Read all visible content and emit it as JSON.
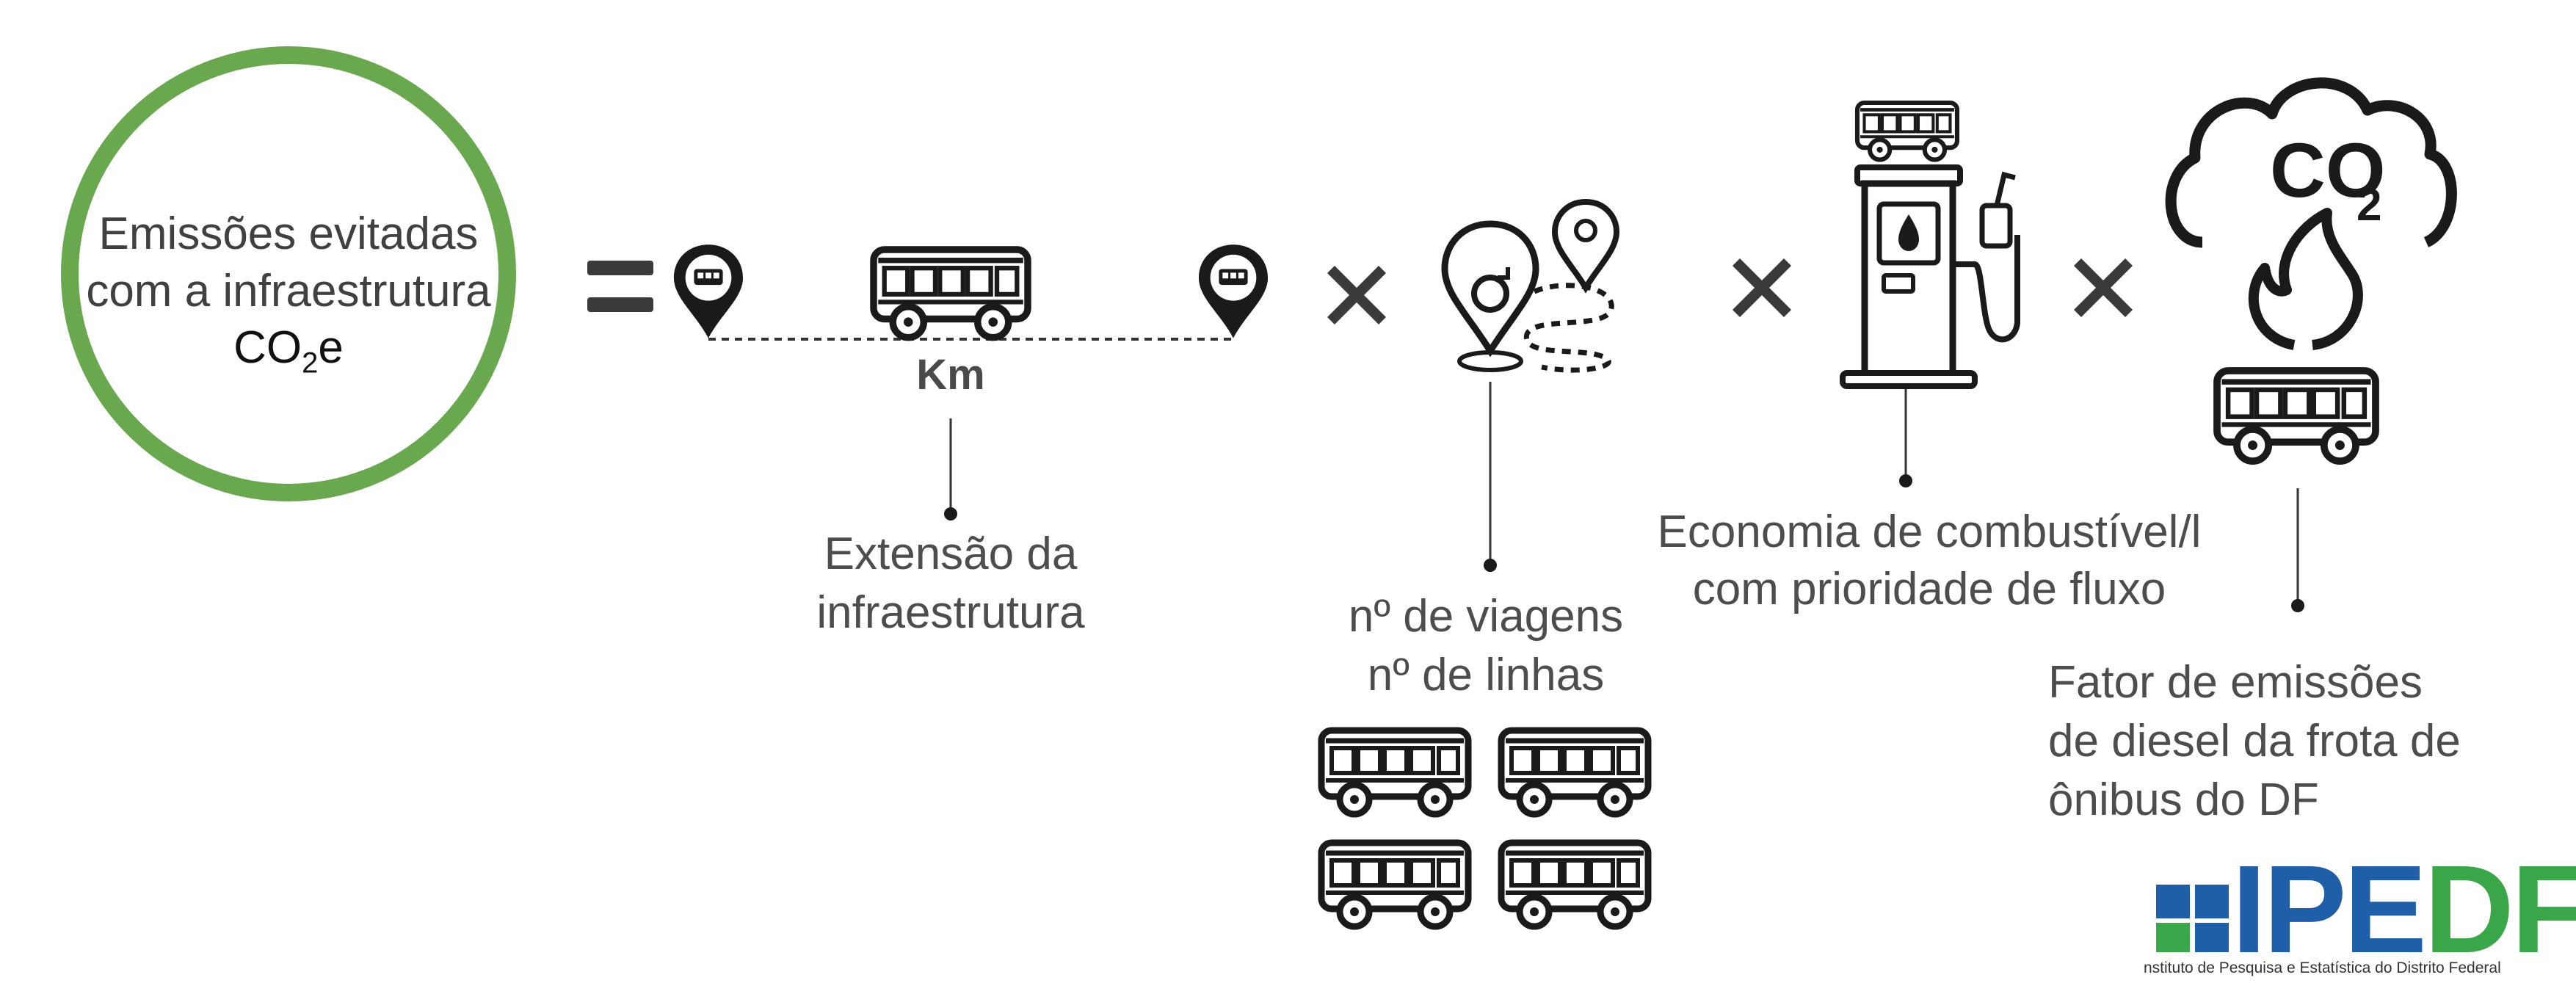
{
  "result": {
    "line1": "Emissões evitadas",
    "line2": "com a infraestrutura",
    "co2_prefix": "CO",
    "co2_sub": "2",
    "co2_suffix": "e"
  },
  "operators": {
    "equals": "=",
    "times": "×"
  },
  "factors": {
    "extension": {
      "unit": "Km",
      "line1": "Extensão da",
      "line2": "infraestrutura"
    },
    "trips": {
      "line1": "nº de viagens",
      "line2": "nº de linhas"
    },
    "fuel": {
      "line1": "Economia de combustível/l",
      "line2": "com prioridade de fluxo"
    },
    "emission": {
      "line1": "Fator de emissões",
      "line2": "de diesel da frota de",
      "line3": "ônibus do DF",
      "co2_text": "CO",
      "co2_sub": "2"
    }
  },
  "logo": {
    "name": "IPEDF",
    "tagline": "nstituto de Pesquisa e Estatística do Distrito Federal",
    "colors": {
      "blue": "#1f5ea8",
      "green": "#3aa64a"
    }
  },
  "colors": {
    "accent": "#6aa84f",
    "icon": "#1a1a1a",
    "text": "#4d4d4d"
  }
}
